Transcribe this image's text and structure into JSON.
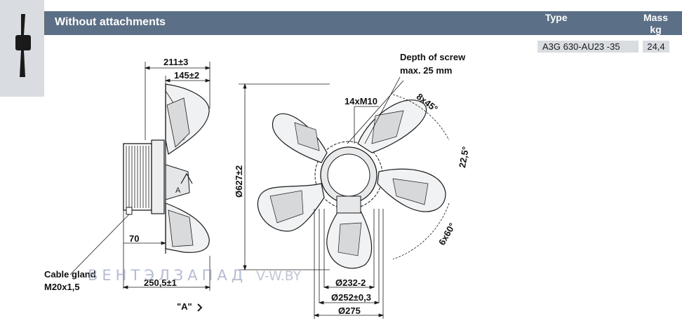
{
  "header": {
    "title": "Without attachments",
    "type_label": "Type",
    "mass_label_line1": "Mass",
    "mass_label_line2": "kg"
  },
  "product": {
    "type_value": "A3G 630-AU23 -35",
    "mass_value": "24,4"
  },
  "dimensions": {
    "width_211": "211±3",
    "width_145": "145±2",
    "dim_70": "70",
    "width_250": "250,5±1",
    "view_a": "\"A\"",
    "dia_627": "Ø627±2",
    "screw_note_line1": "Depth of screw",
    "screw_note_line2": "max. 25 mm",
    "threads": "14xM10",
    "angle_8x45": "8x45°",
    "angle_22_5": "22,5°",
    "angle_6x60": "6x60°",
    "dia_232": "Ø232-2",
    "dia_252": "Ø252±0,3",
    "dia_275": "Ø275",
    "cable_gland_line1": "Cable gland",
    "cable_gland_line2": "M20x1,5"
  },
  "watermark": {
    "text": "ВЕНТЭЛЗАПАД",
    "site": "V-W.BY"
  },
  "colors": {
    "header_bg": "#5b6f86",
    "table_bg": "#d9dde2",
    "line": "#1a1a1a"
  }
}
